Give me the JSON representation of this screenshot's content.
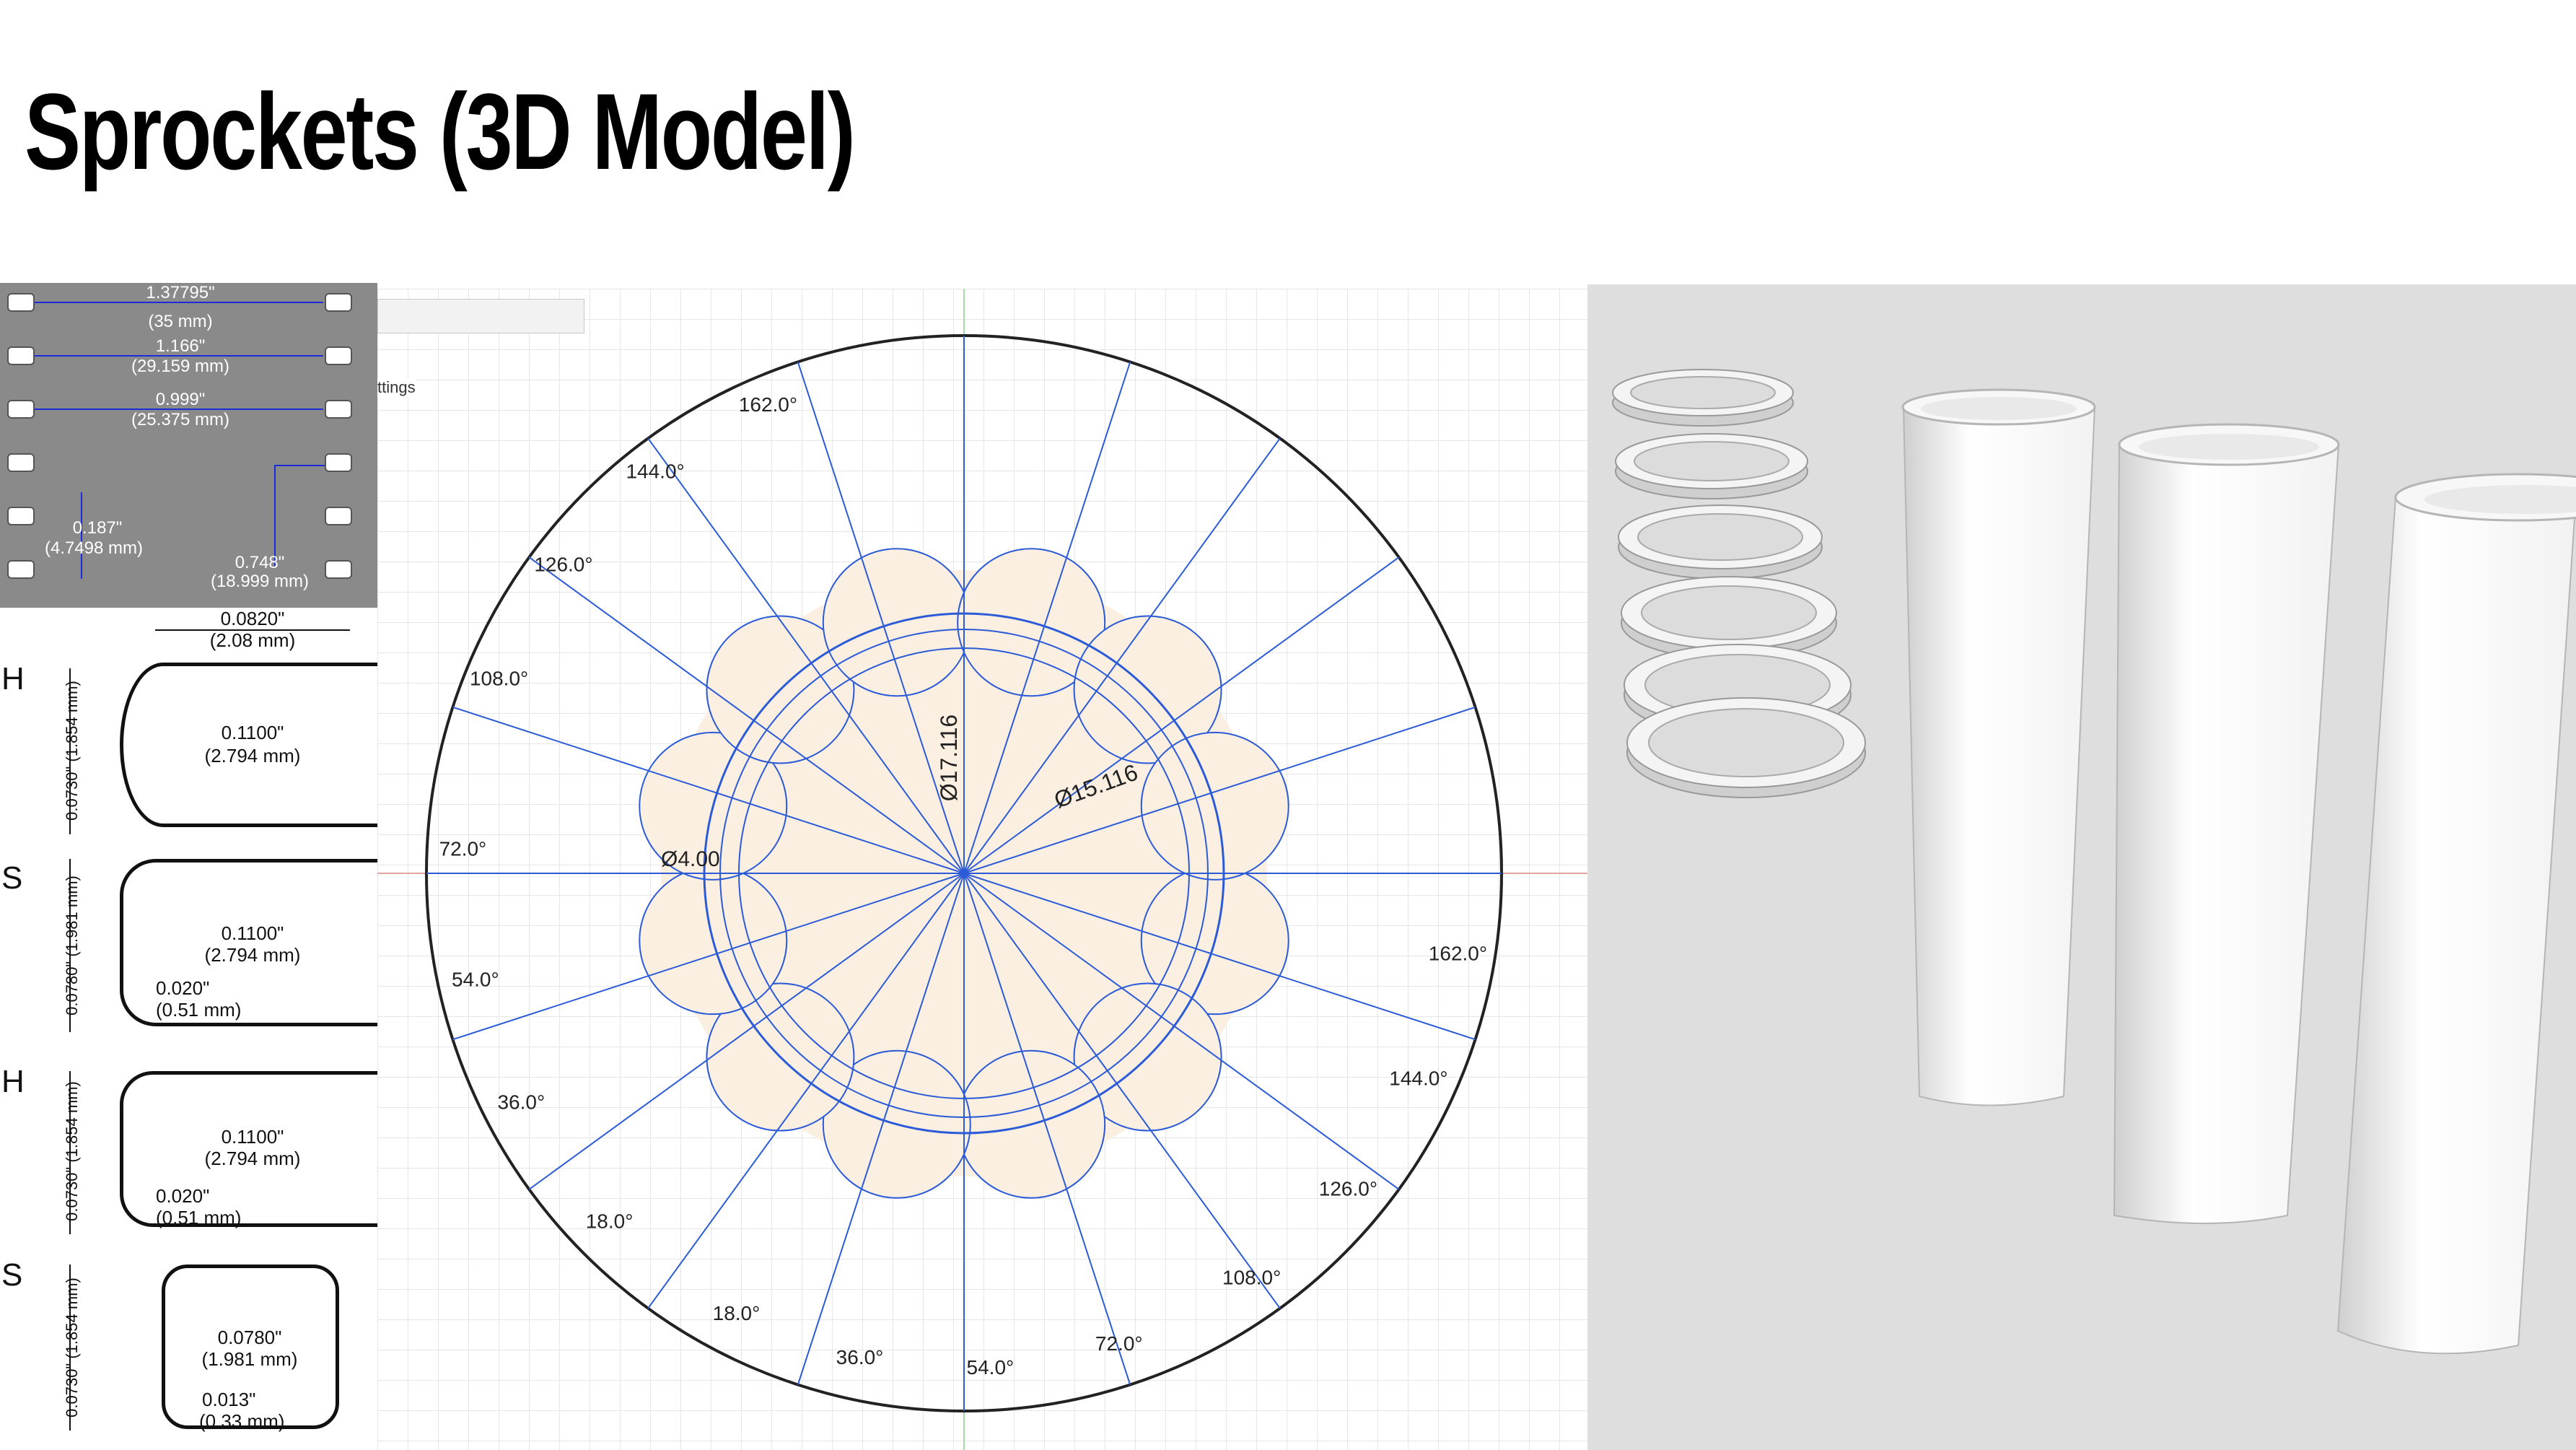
{
  "title": "Sprockets (3D Model)",
  "film": {
    "dim_35": "1.37795\"",
    "dim_35_mm": "(35 mm)",
    "dim_1166": "1.166\"",
    "dim_1166_mm": "(29.159 mm)",
    "dim_0999": "0.999\"",
    "dim_0999_mm": "(25.375 mm)",
    "dim_0187": "0.187\"",
    "dim_0187_mm": "(4.7498 mm)",
    "dim_0748": "0.748\"",
    "dim_0748_mm": "(18.999 mm)"
  },
  "shapes": {
    "top_width": "0.0820\"",
    "top_width_mm": "(2.08 mm)",
    "rows": [
      {
        "letter": "H",
        "height": "0.0730\"",
        "height_mm": "(1.854 mm)",
        "width": "0.1100\"",
        "width_mm": "(2.794 mm)",
        "radius": "",
        "radius_mm": ""
      },
      {
        "letter": "S",
        "height": "0.0780\"",
        "height_mm": "(1.981 mm)",
        "width": "0.1100\"",
        "width_mm": "(2.794 mm)",
        "radius": "0.020\"",
        "radius_mm": "(0.51 mm)"
      },
      {
        "letter": "H",
        "height": "0.0730\"",
        "height_mm": "(1.854 mm)",
        "width": "0.1100\"",
        "width_mm": "(2.794 mm)",
        "radius": "0.020\"",
        "radius_mm": "(0.51 mm)"
      },
      {
        "letter": "S",
        "height": "0.0730\"",
        "height_mm": "(1.854 mm)",
        "width": "0.0780\"",
        "width_mm": "(1.981 mm)",
        "radius": "0.013\"",
        "radius_mm": "(0.33 mm)"
      }
    ]
  },
  "cad": {
    "settings_label": "ttings",
    "dia_outer": "Ø17.116",
    "dia_pitch": "Ø15.116",
    "dia_tooth": "Ø4.00",
    "angles": [
      "162.0°",
      "144.0°",
      "126.0°",
      "108.0°",
      "72.0°",
      "54.0°",
      "36.0°",
      "18.0°",
      "18.0°",
      "36.0°",
      "54.0°",
      "72.0°",
      "108.0°",
      "126.0°",
      "144.0°",
      "162.0°"
    ]
  },
  "colors": {
    "film_gray": "#8a8a8a",
    "dim_blue": "#1a2bd8",
    "sketch_blue": "#2b5bd6",
    "sketch_fill": "#fbefe2",
    "viewport_gray": "#dedede"
  }
}
